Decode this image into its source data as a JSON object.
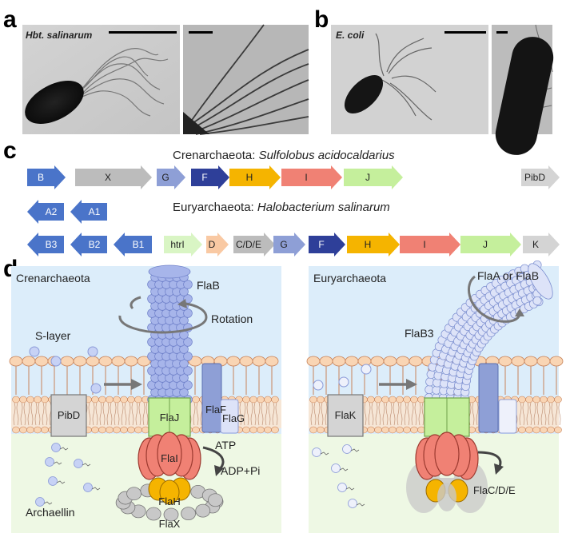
{
  "panel_labels": {
    "a": "a",
    "b": "b",
    "c": "c",
    "d": "d"
  },
  "micrographs": {
    "a_label": "Hbt. salinarum",
    "b_label": "E. coli"
  },
  "operons": {
    "cren_title_prefix": "Crenarchaeota: ",
    "cren_title_species": "Sulfolobus acidocaldarius",
    "eury_title_prefix": "Euryarchaeota: ",
    "eury_title_species": "Halobacterium salinarum",
    "cren_genes": [
      {
        "label": "B",
        "color": "#4a74c9",
        "dir": "right"
      },
      {
        "label": "X",
        "color": "#bcbcbc",
        "dir": "right"
      },
      {
        "label": "G",
        "color": "#8e9fd6",
        "dir": "right"
      },
      {
        "label": "F",
        "color": "#2e3f99",
        "dir": "right"
      },
      {
        "label": "H",
        "color": "#f5b400",
        "dir": "right"
      },
      {
        "label": "I",
        "color": "#f08174",
        "dir": "right"
      },
      {
        "label": "J",
        "color": "#c5ef9c",
        "dir": "right"
      },
      {
        "label": "PibD",
        "color": "#d4d4d4",
        "dir": "right"
      }
    ],
    "eury_a_genes": [
      {
        "label": "A2",
        "color": "#4a74c9",
        "dir": "left"
      },
      {
        "label": "A1",
        "color": "#4a74c9",
        "dir": "left"
      }
    ],
    "eury_genes": [
      {
        "label": "B3",
        "color": "#4a74c9",
        "dir": "left"
      },
      {
        "label": "B2",
        "color": "#4a74c9",
        "dir": "left"
      },
      {
        "label": "B1",
        "color": "#4a74c9",
        "dir": "left"
      },
      {
        "label": "htrI",
        "color": "#d9f5c4",
        "dir": "right"
      },
      {
        "label": "D",
        "color": "#f9c9a3",
        "dir": "right"
      },
      {
        "label": "C/D/E",
        "color": "#bcbcbc",
        "dir": "right"
      },
      {
        "label": "G",
        "color": "#8e9fd6",
        "dir": "right"
      },
      {
        "label": "F",
        "color": "#2e3f99",
        "dir": "right"
      },
      {
        "label": "H",
        "color": "#f5b400",
        "dir": "right"
      },
      {
        "label": "I",
        "color": "#f08174",
        "dir": "right"
      },
      {
        "label": "J",
        "color": "#c5ef9c",
        "dir": "right"
      },
      {
        "label": "K",
        "color": "#d4d4d4",
        "dir": "right"
      }
    ]
  },
  "cren_panel": {
    "title": "Crenarchaeota",
    "filament": "FlaB",
    "rotation": "Rotation",
    "slayer": "S-layer",
    "pibd": "PibD",
    "flaj": "FlaJ",
    "flaf": "FlaF",
    "flag": "FlaG",
    "atp": "ATP",
    "adp": "ADP+Pi",
    "flai": "FlaI",
    "flah": "FlaH",
    "flax": "FlaX",
    "archaellin": "Archaellin"
  },
  "eury_panel": {
    "title": "Euryarchaeota",
    "filament": "FlaA or FlaB",
    "flab3": "FlaB3",
    "flak": "FlaK",
    "flacde": "FlaC/D/E"
  },
  "colors": {
    "membrane_head": "#f9d5b4",
    "membrane_head_stroke": "#c8835a",
    "periplasm": "#dcedfa",
    "cytoplasm": "#eef8e4",
    "filament_cren": "#a7b5ea",
    "filament_eury": "#dde3f8",
    "flaj": "#c5ef9c",
    "flaf": "#8e9fd6",
    "flai": "#f08174",
    "flah": "#f5b400",
    "flax": "#c8c8c8"
  }
}
